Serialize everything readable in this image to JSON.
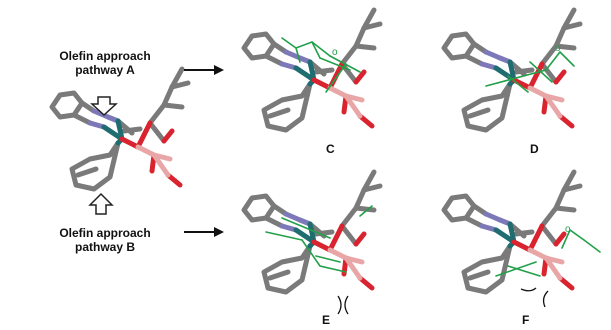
{
  "labels": {
    "pathway_a_line1": "Olefin approach",
    "pathway_a_line2": "pathway A",
    "pathway_b_line1": "Olefin approach",
    "pathway_b_line2": "pathway B"
  },
  "panels": {
    "c": "C",
    "d": "D",
    "e": "E",
    "f": "F"
  },
  "atom_labels": {
    "oxygen": "o"
  },
  "colors": {
    "carbon": "#7a7a7a",
    "nitrogen": "#7d79b8",
    "metal": "#1f6d70",
    "oxygen": "#d9232e",
    "boron": "#e8a6a6",
    "olefin": "#22a04a",
    "arrow": "#111111"
  }
}
